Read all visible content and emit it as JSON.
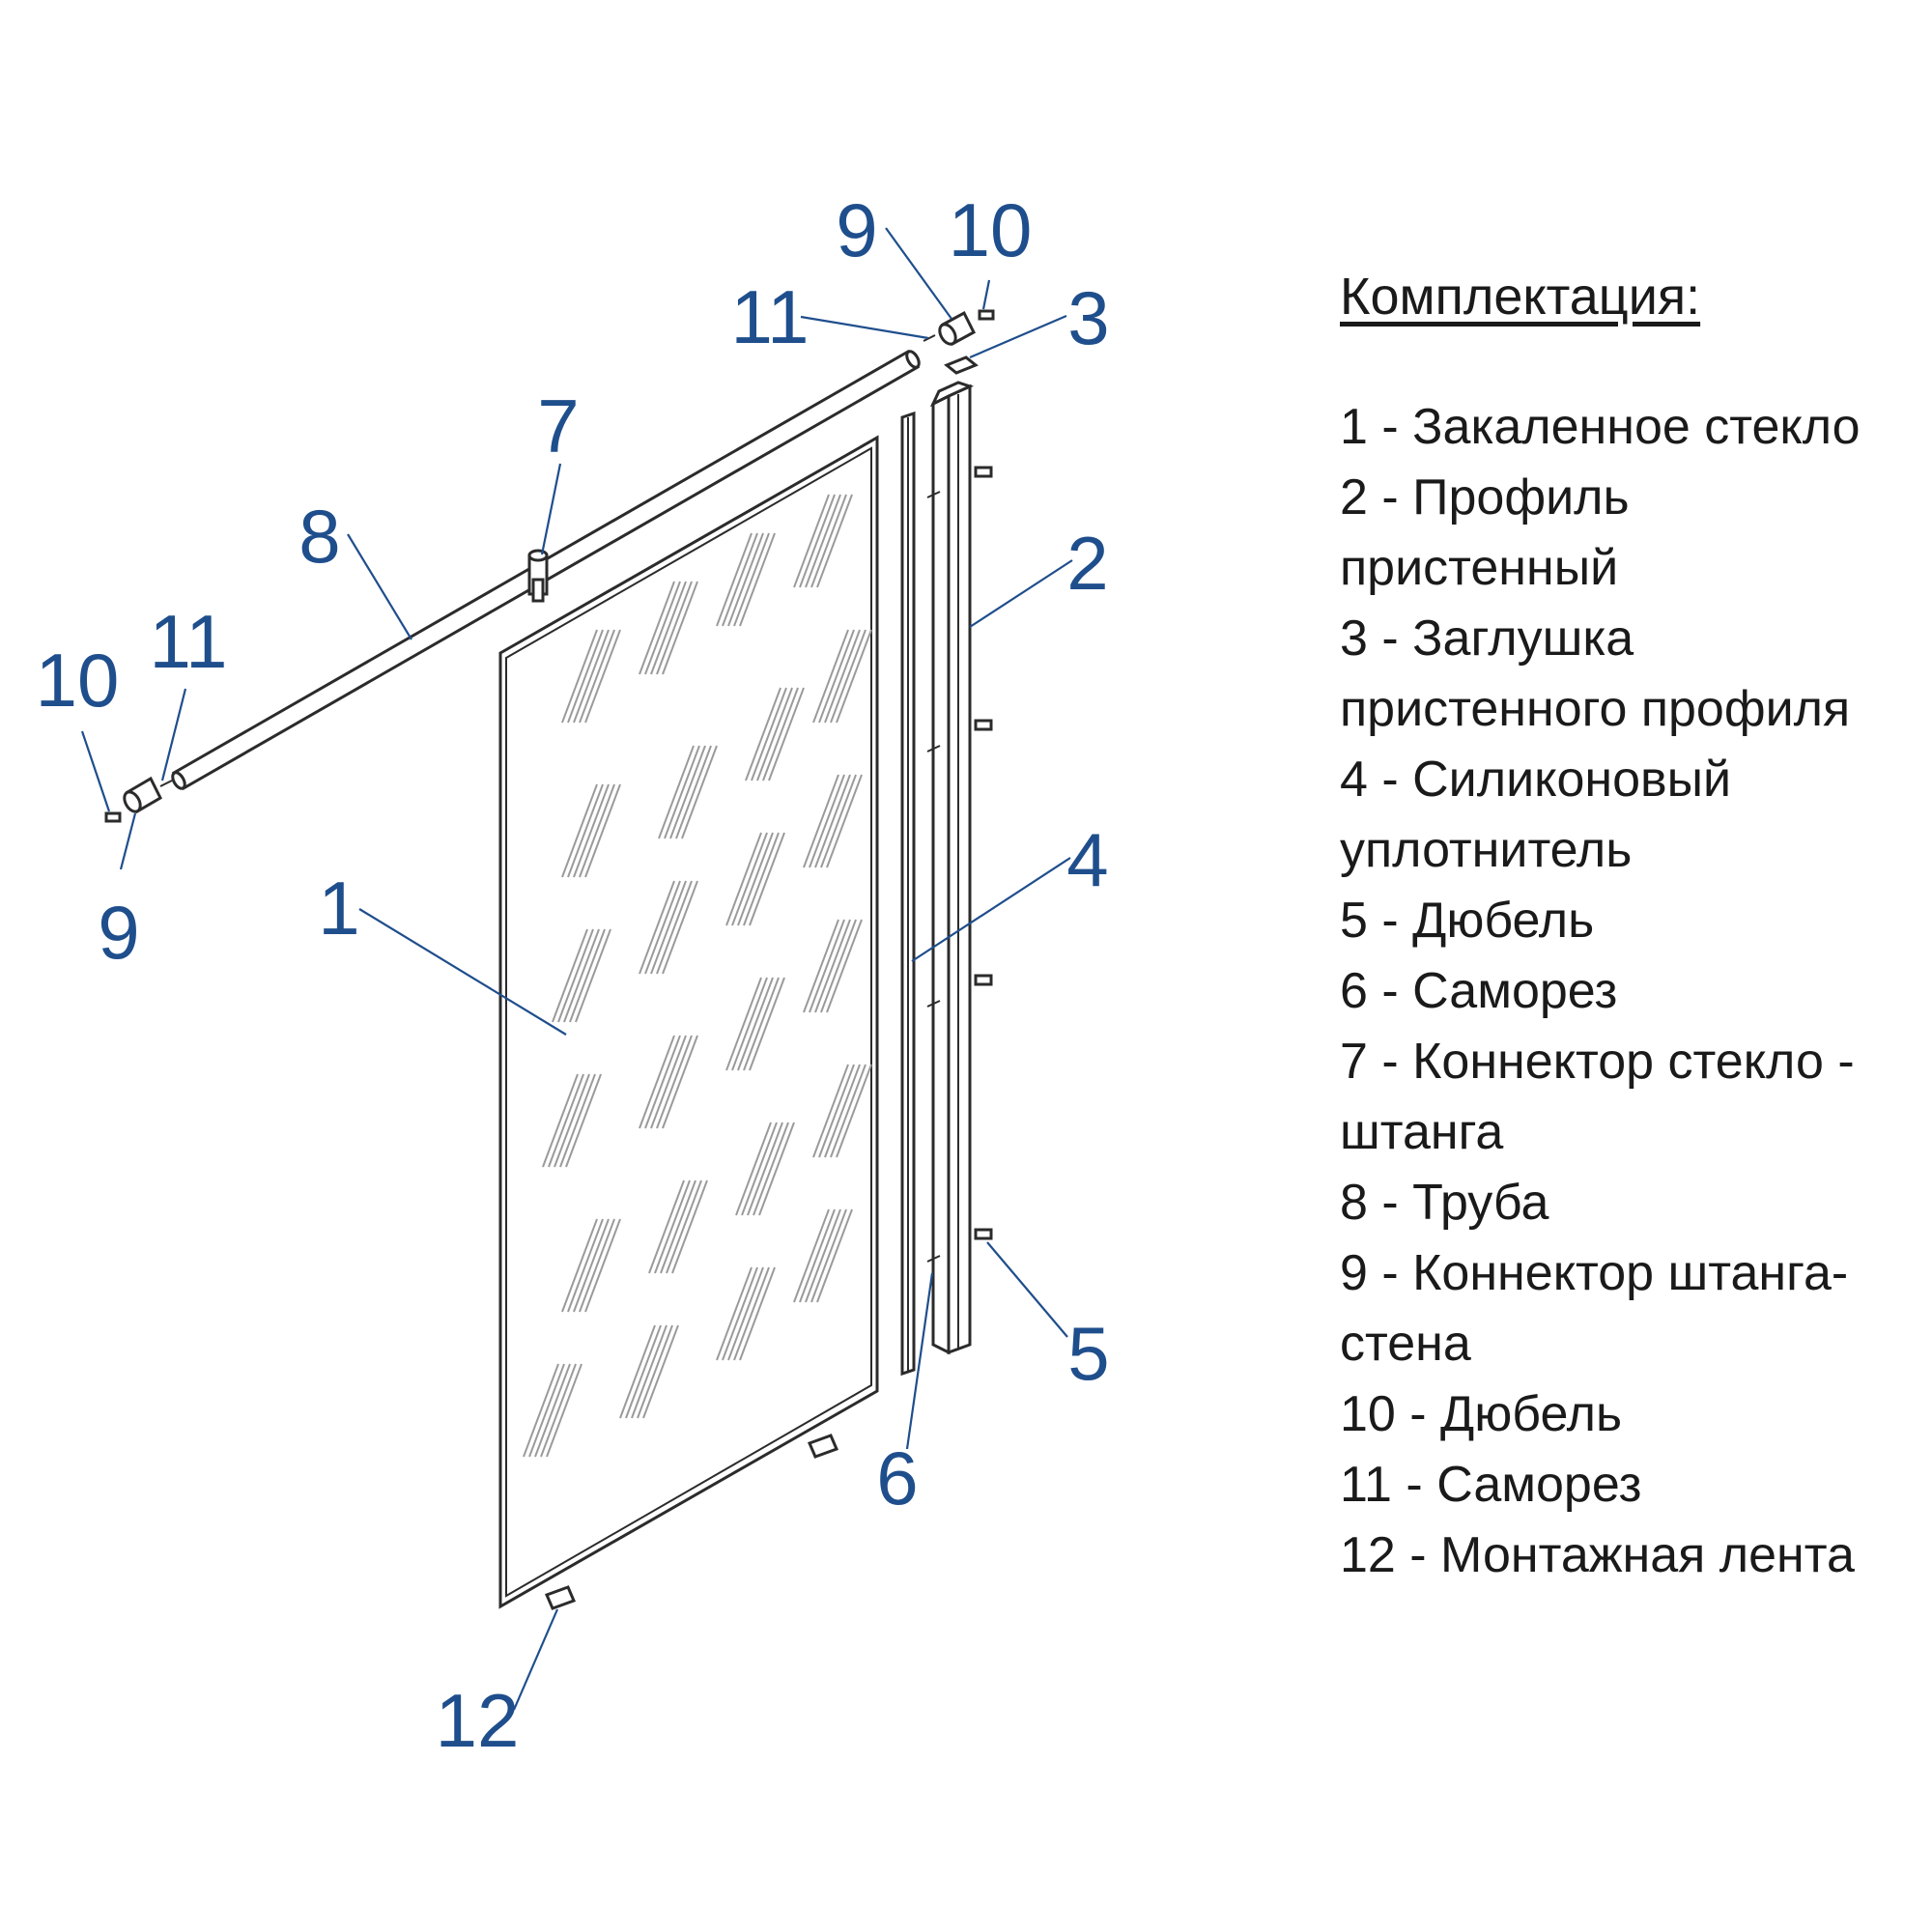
{
  "legend": {
    "title": "Комплектация:",
    "items": [
      "1 - Закаленное стекло",
      "2 - Профиль пристенный",
      "3 - Заглушка",
      "пристенного профиля",
      "4 - Силиконовый",
      "уплотнитель",
      "5 - Дюбель",
      "6 - Саморез",
      "7 - Коннектор стекло -",
      "штанга",
      "8 - Труба",
      "9 - Коннектор штанга-",
      "стена",
      "10 - Дюбель",
      "11 - Саморез",
      "12 - Монтажная лента"
    ]
  },
  "callouts": {
    "c1": "1",
    "c2": "2",
    "c3": "3",
    "c4": "4",
    "c5": "5",
    "c6": "6",
    "c7": "7",
    "c8": "8",
    "c9_left": "9",
    "c9_top": "9",
    "c10_left": "10",
    "c10_top": "10",
    "c11_left": "11",
    "c11_top": "11",
    "c12": "12"
  },
  "colors": {
    "callout": "#1f4e8c",
    "line": "#2b2b2b"
  }
}
